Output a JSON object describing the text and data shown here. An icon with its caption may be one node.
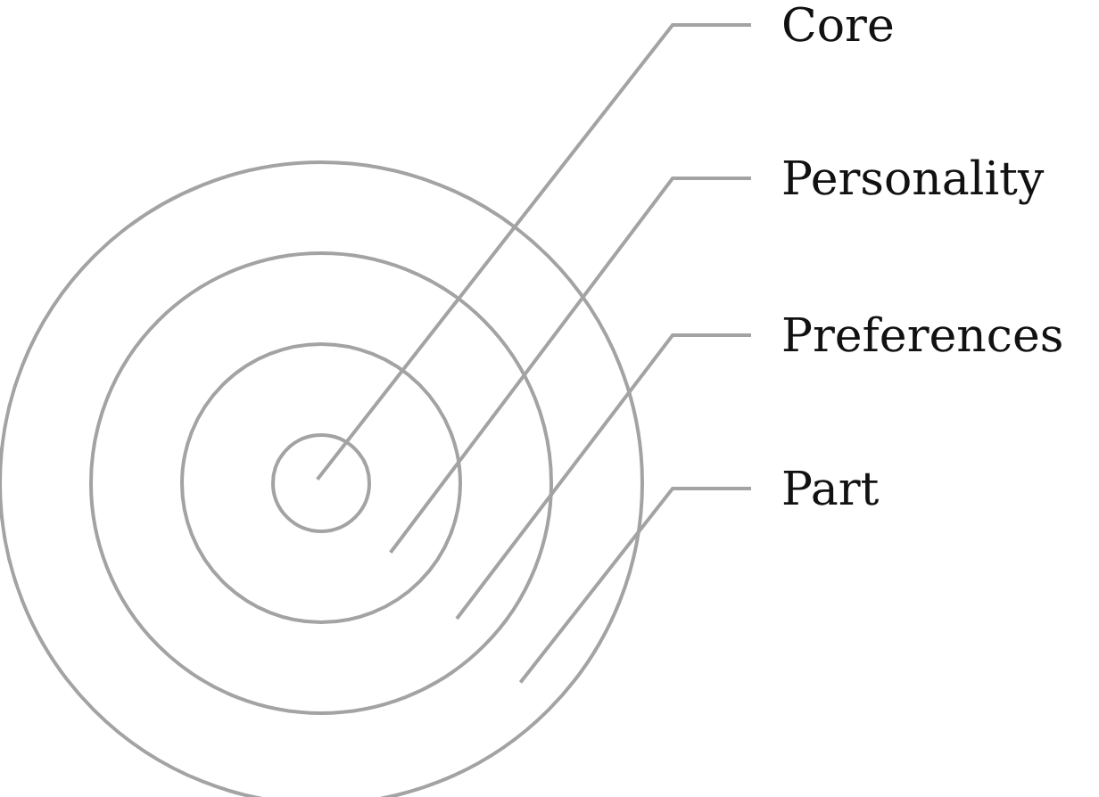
{
  "diagram": {
    "nodes": [
      {
        "text": [
          "Core"
        ]
      },
      {
        "text": [
          "Personality"
        ]
      },
      {
        "text": [
          "Preferences"
        ]
      },
      {
        "text": [
          "Part"
        ]
      },
      {
        "text": [],
        "shape": "circle"
      },
      {
        "text": [],
        "shape": "circle",
        "in": 4
      },
      {
        "text": [],
        "shape": "circle",
        "in": 5
      },
      {
        "text": [],
        "shape": "circle",
        "in": 6
      }
    ],
    "edges": [
      {
        "from": 0,
        "to": 7,
        "arrow": "none"
      },
      {
        "from": 1,
        "to": 6,
        "arrow": "none"
      },
      {
        "from": 2,
        "to": 5,
        "arrow": "none"
      },
      {
        "from": 3,
        "to": 4,
        "arrow": "none"
      }
    ]
  }
}
